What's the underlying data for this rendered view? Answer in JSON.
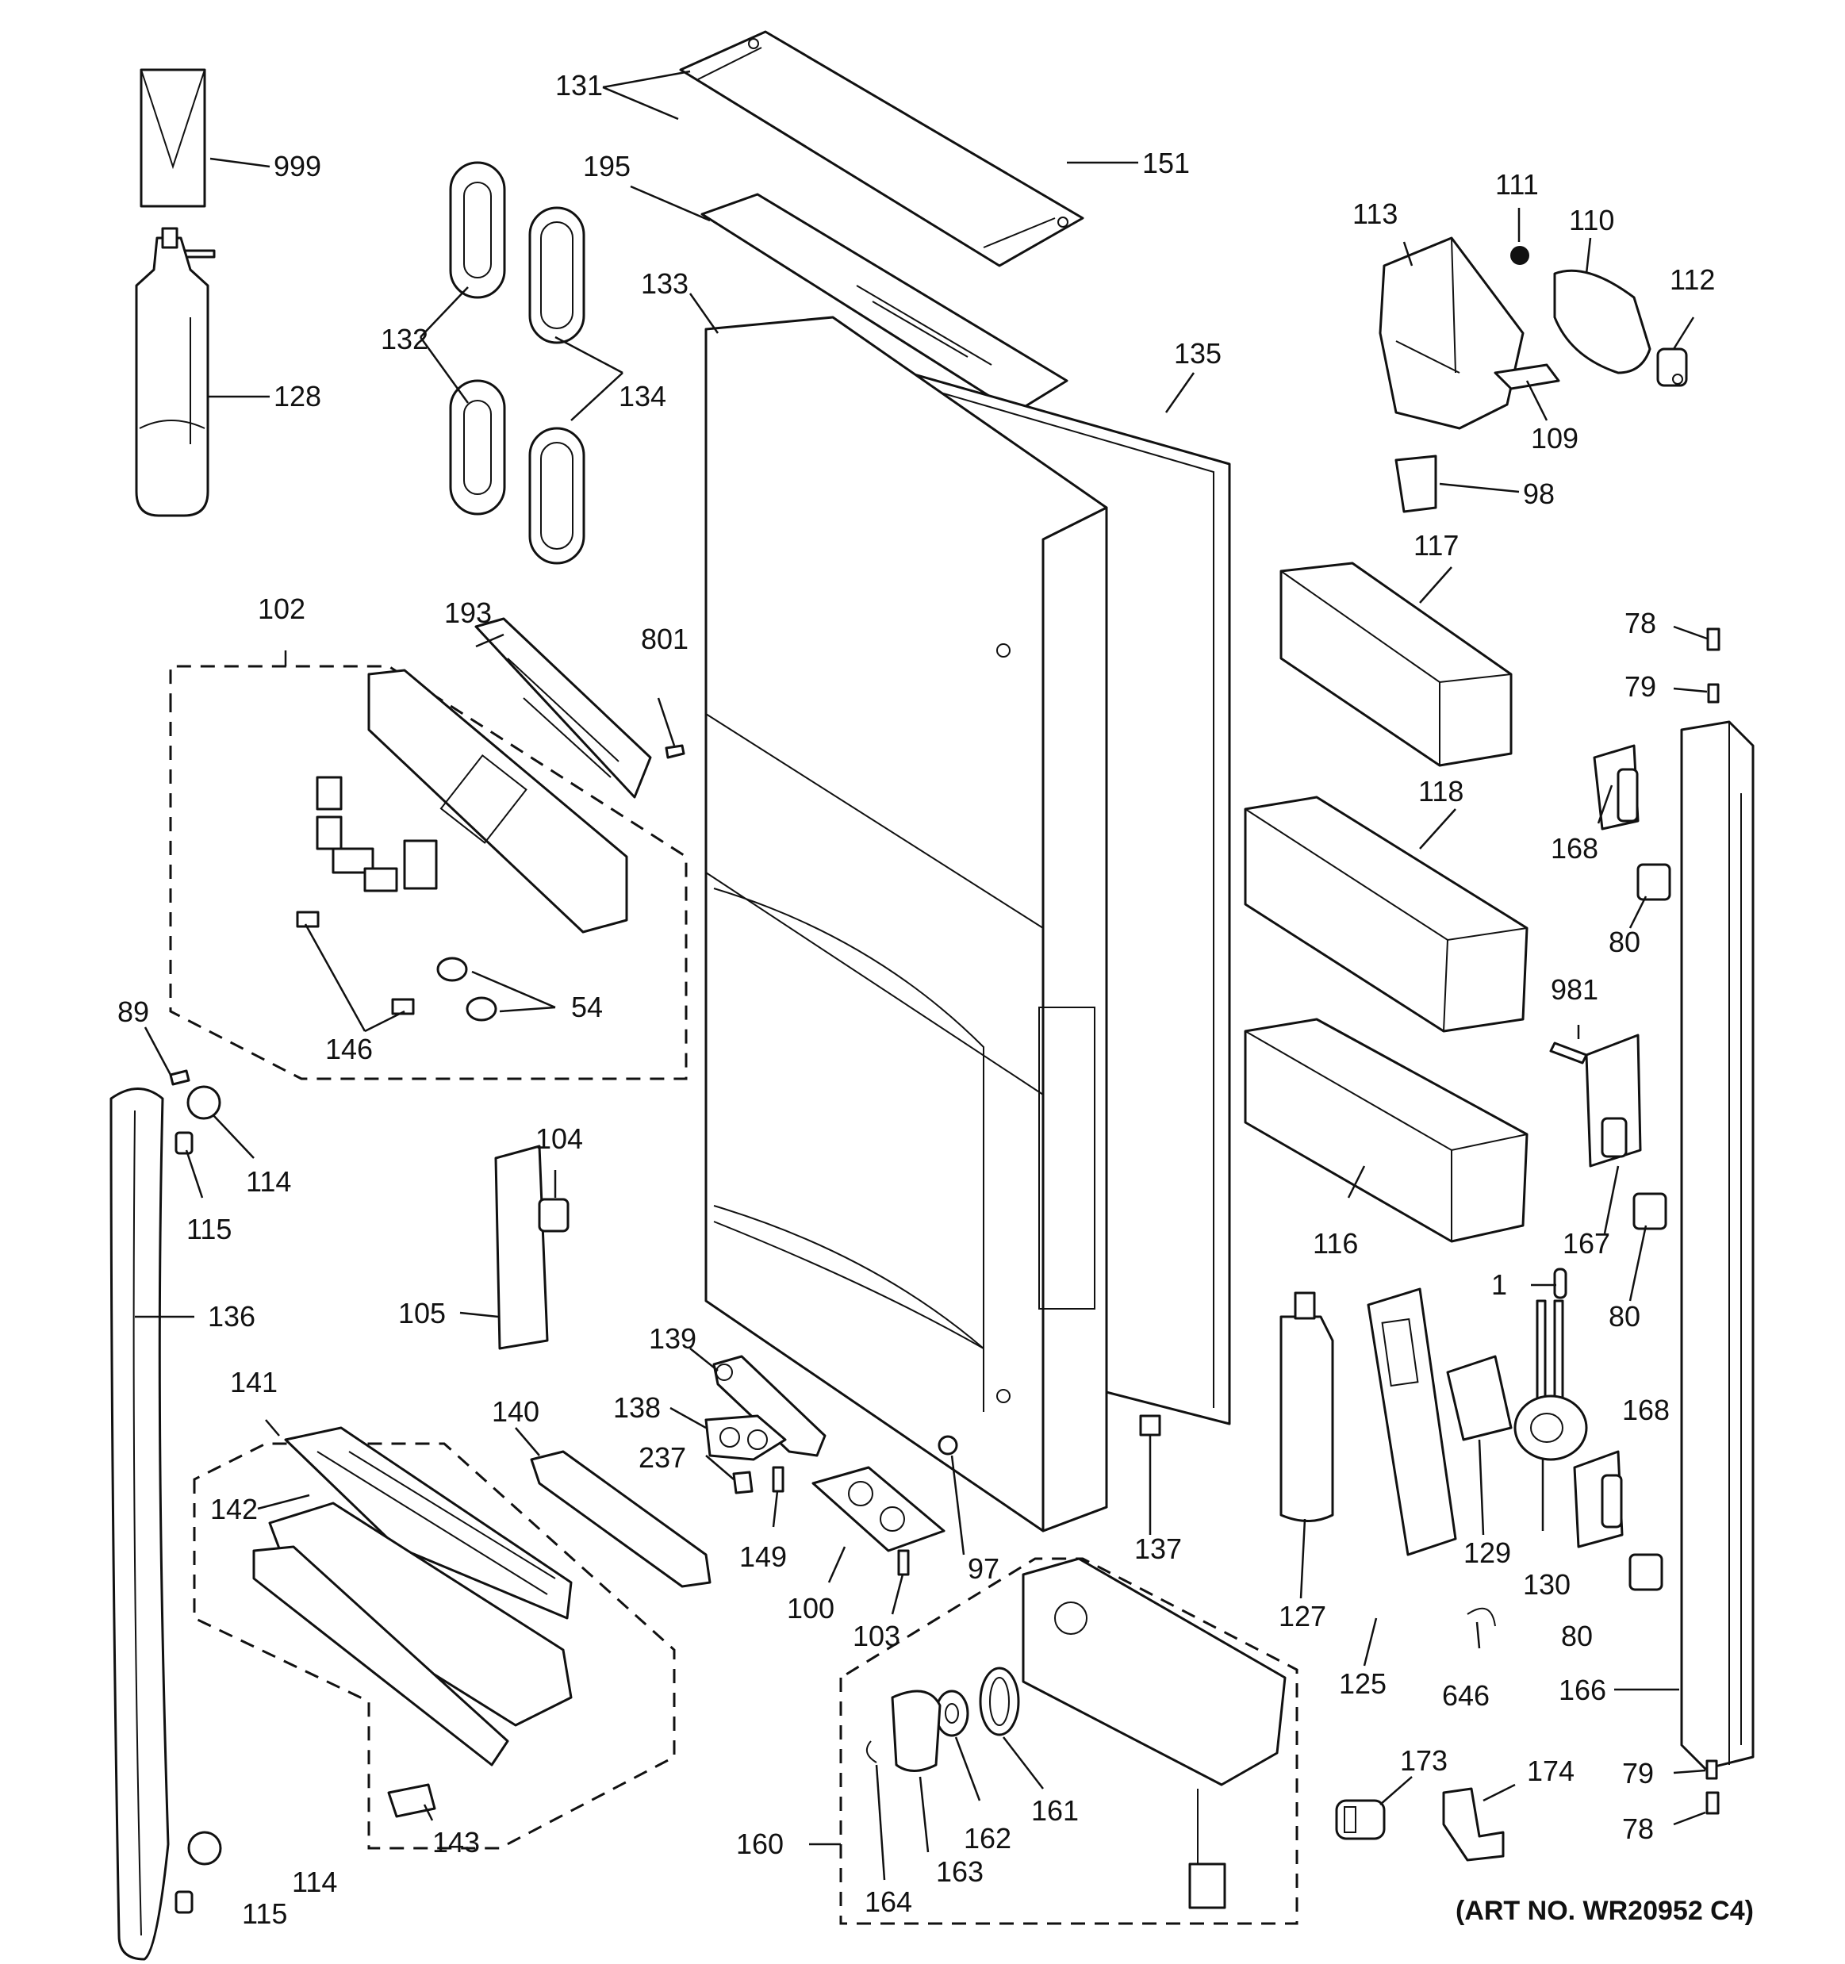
{
  "labels": {
    "l999": "999",
    "l128": "128",
    "l131": "131",
    "l195": "195",
    "l151": "151",
    "l132": "132",
    "l134": "134",
    "l133": "133",
    "l135": "135",
    "l113": "113",
    "l111": "111",
    "l110": "110",
    "l112": "112",
    "l109": "109",
    "l98": "98",
    "l117": "117",
    "l118": "118",
    "l116": "116",
    "l78": "78",
    "l79": "79",
    "l168": "168",
    "l80": "80",
    "l981": "981",
    "l167": "167",
    "l102": "102",
    "l193": "193",
    "l801": "801",
    "l146": "146",
    "l54": "54",
    "l89": "89",
    "l114": "114",
    "l115": "115",
    "l136": "136",
    "l104": "104",
    "l105": "105",
    "l141": "141",
    "l142": "142",
    "l143": "143",
    "l140": "140",
    "l139": "139",
    "l138": "138",
    "l237": "237",
    "l149": "149",
    "l100": "100",
    "l103": "103",
    "l97": "97",
    "l137": "137",
    "l127": "127",
    "l125": "125",
    "l129": "129",
    "l130": "130",
    "l1": "1",
    "l646": "646",
    "l166": "166",
    "l160": "160",
    "l161": "161",
    "l162": "162",
    "l163": "163",
    "l164": "164",
    "l173": "173",
    "l174": "174"
  },
  "art_number": "(ART NO. WR20952 C4)"
}
